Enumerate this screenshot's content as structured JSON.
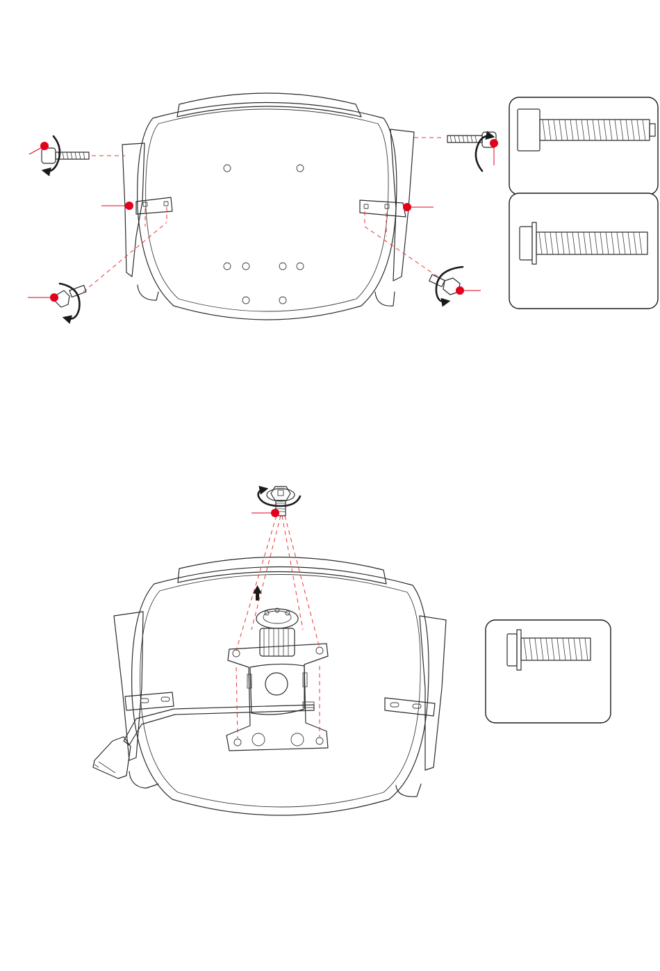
{
  "colors": {
    "callout": "#e3001b",
    "guide": "#e8332f",
    "line": "#2a2a2a",
    "arrow": "#1a1a1a",
    "background": "#ffffff"
  },
  "icons": {
    "rotation": "rotation-arrow-icon",
    "up_arrow": "up-arrow-icon",
    "callout": "callout-dot-icon"
  },
  "step1": {
    "parts": [
      "seat-bottom",
      "left-armrest-bracket",
      "right-armrest-bracket",
      "socket-bolt",
      "flange-bolt"
    ],
    "callouts": 6,
    "hardware_panels": [
      "socket-head-bolt",
      "hex-flange-bolt"
    ]
  },
  "step2": {
    "parts": [
      "seat-bottom",
      "tilt-mechanism",
      "gas-lift-cylinder",
      "adjustment-lever",
      "flange-bolt"
    ],
    "callouts": 1,
    "hardware_panels": [
      "hex-flange-bolt-short"
    ]
  }
}
